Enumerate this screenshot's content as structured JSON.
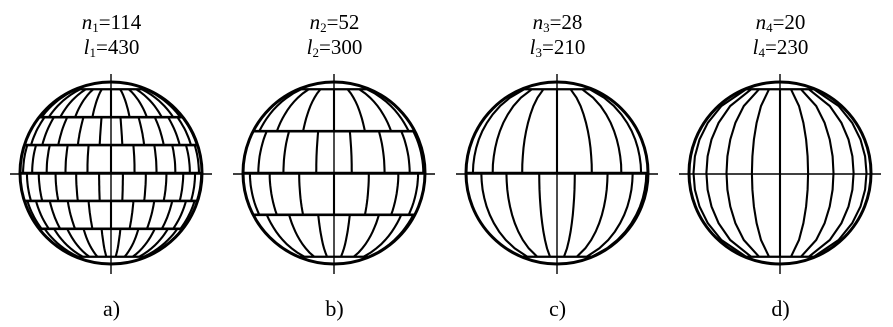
{
  "panels": [
    {
      "n_var": "n",
      "n_sub": "1",
      "n_eq": "=114",
      "l_var": "l",
      "l_sub": "1",
      "l_eq": "=430",
      "caption": "a)",
      "belts": 6,
      "ribs": 12
    },
    {
      "n_var": "n",
      "n_sub": "2",
      "n_eq": "=52",
      "l_var": "l",
      "l_sub": "2",
      "l_eq": "=300",
      "caption": "b)",
      "belts": 4,
      "ribs": 8
    },
    {
      "n_var": "n",
      "n_sub": "3",
      "n_eq": "=28",
      "l_var": "l",
      "l_sub": "3",
      "l_eq": "=210",
      "caption": "c)",
      "belts": 2,
      "ribs": 8
    },
    {
      "n_var": "n",
      "n_sub": "4",
      "n_eq": "=20",
      "l_var": "l",
      "l_sub": "4",
      "l_eq": "=230",
      "caption": "d)",
      "belts": 1,
      "ribs": 10
    }
  ]
}
